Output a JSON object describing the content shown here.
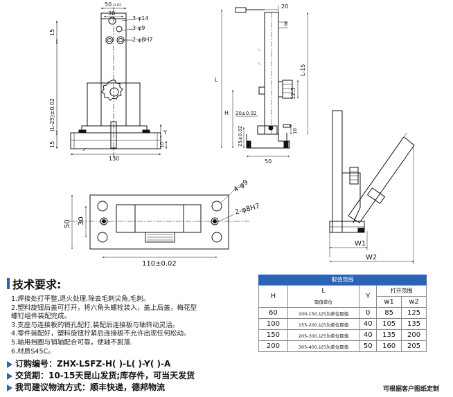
{
  "drawing": {
    "front": {
      "d_50": "50",
      "d_50_tol": "-0.02",
      "d_30": "30",
      "d_3phi14": "3-φ14",
      "d_3phi9": "3-φ9",
      "d_2phi8h7": "2-φ8H7",
      "d_15": "15",
      "d_L25": "(L-25)±0.02",
      "d_Y": "Y",
      "d_10": "10",
      "d_15b": "15",
      "d_130": "130"
    },
    "side": {
      "d_20": "20",
      "d_8": "8",
      "d_L": "L",
      "d_L15": "L-15",
      "d_125": "12.5",
      "d_H": "H",
      "d_20tol": "20±0.02",
      "d_25tol": "25±0.02",
      "d_10": "10",
      "d_50": "50"
    },
    "angle": {
      "d_W1": "W1",
      "d_W2": "W2"
    },
    "top": {
      "d_4phi9": "4-φ9",
      "d_2phi8h7": "2-φ8H7",
      "d_50": "50",
      "d_30": "30",
      "d_110": "110±0.02"
    }
  },
  "requirements": {
    "title": "技术要求:",
    "items": [
      "1.焊接处打平整,退火处理.除去毛刺尖角,毛刺。",
      "2.塑料旋钮后盖可打开，将六角头螺栓装入，盖上后盖，梅花型",
      "螺钉组件装配完成。",
      "3.支座与连接板的销孔配打,装配后连接板与轴转动灵活。",
      "4.零件装配好，塑料旋钮拧紧后连接板不允许出现任何松动。",
      "5.轴用挡圈与销轴配合可靠，使轴不脱落.",
      "6.材质S45C。"
    ]
  },
  "table": {
    "title": "取值范围",
    "col_H": "H",
    "col_L": "L",
    "col_L_sub": "取值单位",
    "col_Y": "Y",
    "col_open": "打开范围",
    "col_w1": "w1",
    "col_w2": "w2",
    "rows": [
      {
        "H": "60",
        "L": "100-150,以5为单位取值",
        "Y": "0",
        "W1": "85",
        "W2": "125"
      },
      {
        "H": "100",
        "L": "155-200,以5为单位取值",
        "Y": "40",
        "W1": "105",
        "W2": "135"
      },
      {
        "H": "150",
        "L": "205-300,以5为单位取值",
        "Y": "40",
        "W1": "135",
        "W2": "200"
      },
      {
        "H": "200",
        "L": "305-400,以5为单位取值",
        "Y": "50",
        "W1": "160",
        "W2": "205"
      }
    ]
  },
  "order": {
    "code": "订购编号：ZHX-LSFZ-H( )-L( )-Y( )-A",
    "delivery": "交货期：10-15天昆山发货;库存件，可当天发货",
    "logistics": "我司建议物流方式：顺丰快递，德邦物流"
  },
  "custom_note": "可根据客户图纸定制"
}
